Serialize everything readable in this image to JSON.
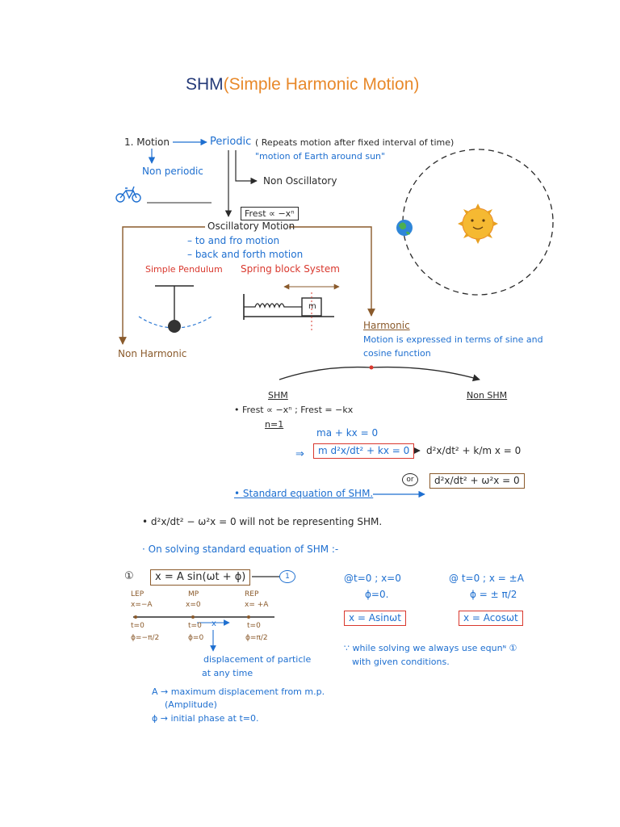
{
  "title": {
    "main": "SHM",
    "paren": "(Simple Harmonic Motion)"
  },
  "colors": {
    "title_main": "#243a78",
    "title_paren": "#e8892b",
    "blue": "#1e6fd0",
    "red": "#d9382e",
    "brown": "#8a5a2b"
  },
  "flow": {
    "motion": "1. Motion",
    "periodic": "Periodic",
    "periodic_note": "( Repeats motion after fixed interval of time)",
    "earth_example": "\"motion of Earth around sun\"",
    "non_periodic": "Non periodic",
    "non_oscillatory": "Non Oscillatory",
    "frest_relation": "Frest ∝ −xⁿ",
    "oscillatory": "Oscillatory Motion",
    "to_fro": "– to and fro motion",
    "back_forth": "– back and forth motion",
    "simple_pendulum": "Simple Pendulum",
    "spring_block": "Spring block System",
    "mass_label": "m",
    "non_harmonic": "Non Harmonic",
    "harmonic": "Harmonic",
    "harmonic_desc_1": "Motion is expressed in terms of sine and",
    "harmonic_desc_2": "cosine function",
    "shm": "SHM",
    "non_shm": "Non SHM"
  },
  "equations": {
    "frest_line": "Frest ∝ −xⁿ ;  Frest = −kx",
    "n_equals": "n=1",
    "ma_kx": "ma + kx = 0",
    "arrow_implies": "⇒",
    "boxed_m": "m d²x/dt² + kx = 0",
    "reduced": "d²x/dt² + k/m x = 0",
    "or_label": "or",
    "boxed_standard": "d²x/dt² + ω²x = 0",
    "standard_label": "• Standard equation of SHM.",
    "not_shm": "d²x/dt² − ω²x = 0    will not be representing SHM.",
    "on_solving": "· On solving standard equation of SHM :-",
    "solution_num": "①",
    "solution": "x = A sin(ωt + ϕ)",
    "ref_num": "1"
  },
  "line_diagram": {
    "points": [
      {
        "name": "LEP",
        "x": "x=−A",
        "t": "t=0",
        "phi": "ϕ=−π/2"
      },
      {
        "name": "MP",
        "x": "x=0",
        "t": "t=0",
        "phi": "ϕ=0"
      },
      {
        "name": "REP",
        "x": "x= +A",
        "t": "t=0",
        "phi": "ϕ=π/2"
      }
    ],
    "x_label": "x",
    "displacement_1": "displacement of particle",
    "displacement_2": "at any time",
    "amplitude_1": "A → maximum displacement from m.p.",
    "amplitude_2": "(Amplitude)",
    "phase": "ϕ → initial phase at t=0."
  },
  "cases": [
    {
      "condition": "@t=0 ; x=0",
      "phi": "ϕ=0.",
      "result": "x = Asinωt"
    },
    {
      "condition": "@ t=0 ; x = ±A",
      "phi": "ϕ = ± π/2",
      "result": "x = Acosωt"
    }
  ],
  "note": {
    "line1": "∵ while solving we always use equnᶰ ①",
    "line2": "with given conditions."
  }
}
